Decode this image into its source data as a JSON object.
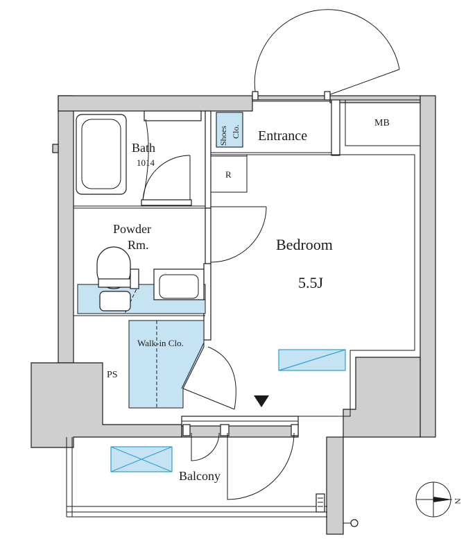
{
  "rooms": {
    "bath": "Bath",
    "bath_size": "1014",
    "shoes_line1": "Shoes",
    "shoes_line2": "Clo.",
    "entrance": "Entrance",
    "mb": "MB",
    "refrigerator": "R",
    "powder_line1": "Powder",
    "powder_line2": "Rm.",
    "bedroom": "Bedroom",
    "bedroom_size": "5.5J",
    "walkin": "Walk-in Clo.",
    "ps": "PS",
    "balcony": "Balcony"
  },
  "compass": {
    "north_label": "N"
  },
  "colors": {
    "wall": "#cfcfcf",
    "water_area": "#c5e3f3",
    "ac_unit": "#2a9fd6",
    "line": "#1a1a1a"
  }
}
